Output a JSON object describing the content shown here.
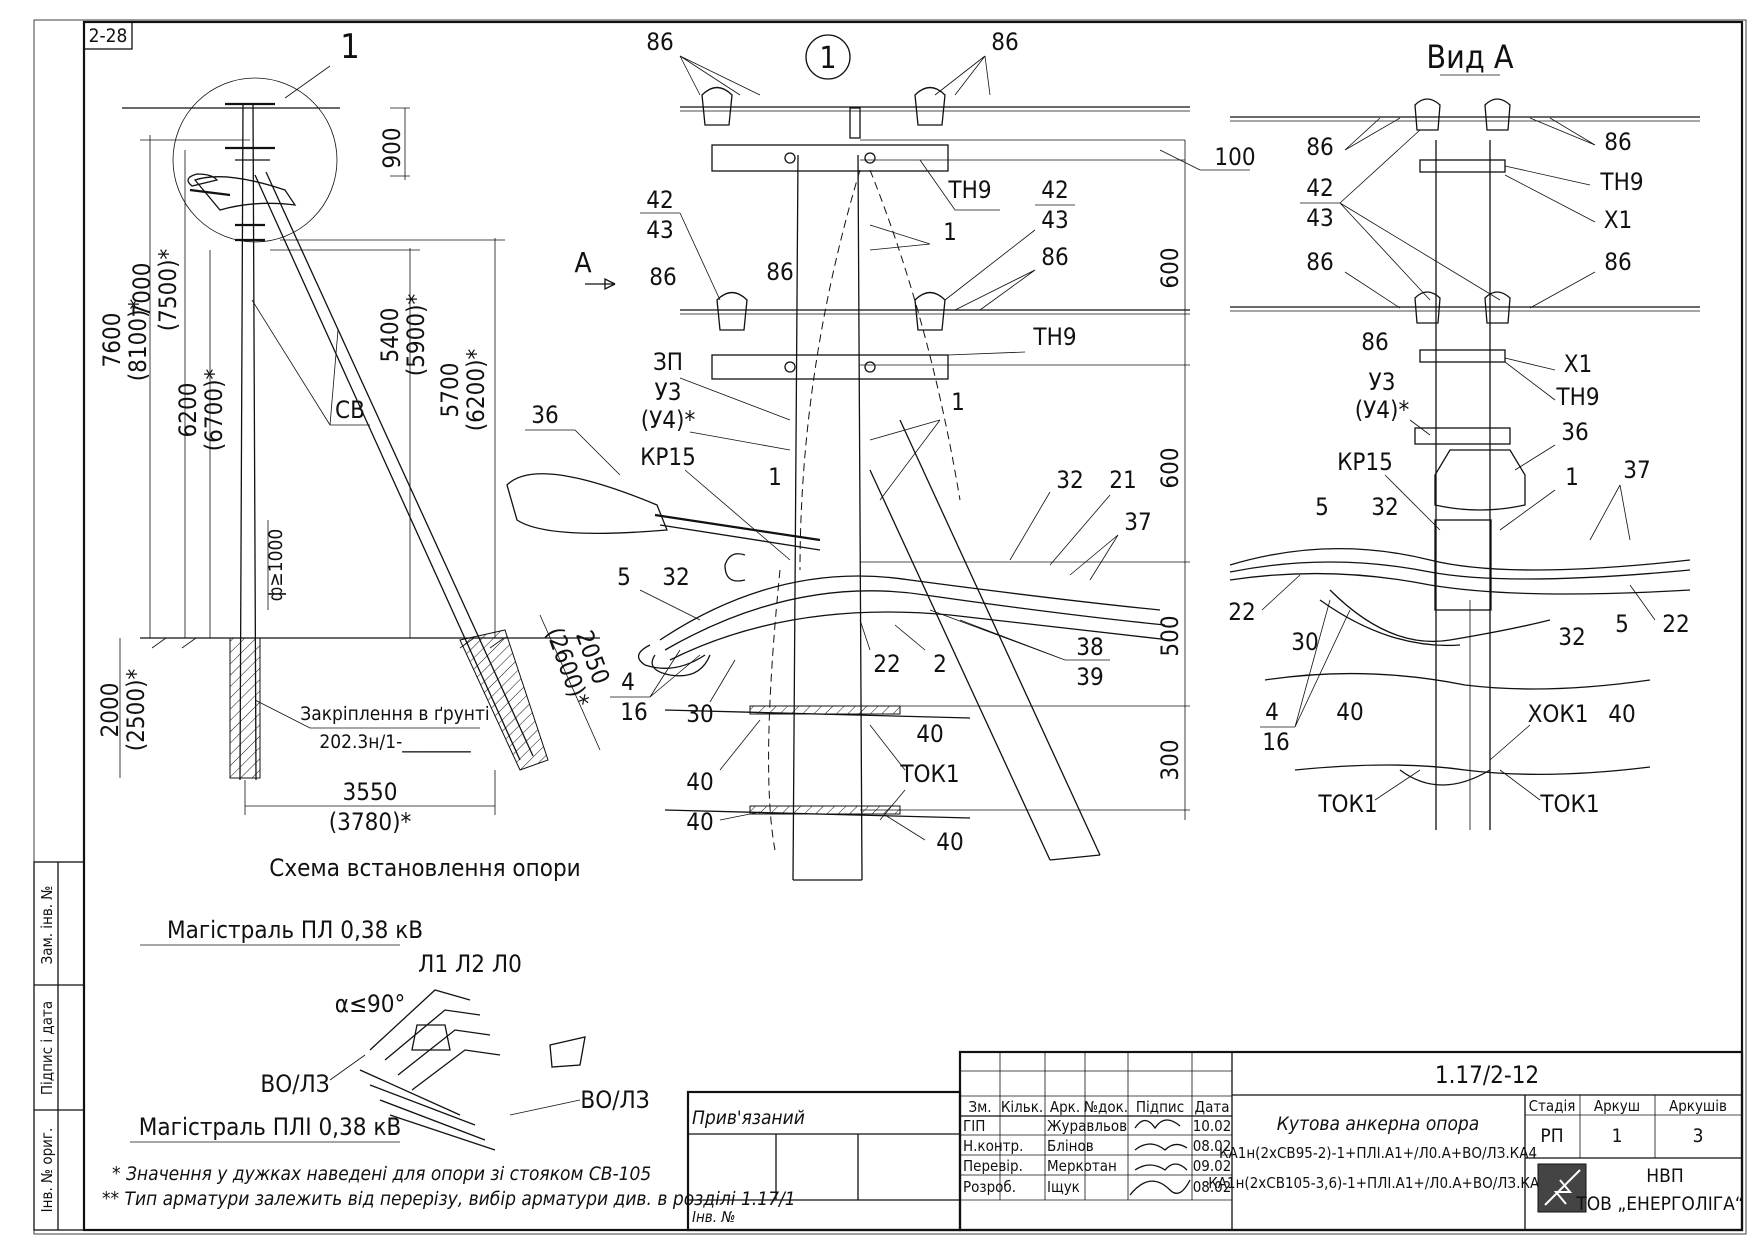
{
  "sheet": {
    "corner_code": "2-28",
    "detail_ref_left": "1",
    "detail_ref_center": "1",
    "view_title": "Вид А"
  },
  "scheme": {
    "caption": "Схема встановлення опори",
    "dims": {
      "d900": "900",
      "d7600": "7600",
      "d8100": "(8100)*",
      "d7000": "7000",
      "d7500": "(7500)*",
      "d6200": "6200",
      "d6700": "(6700)*",
      "d5400": "5400",
      "d5900": "(5900)*",
      "d5700": "5700",
      "d6200b": "(6200)*",
      "phi": "ф≥1000",
      "d2000": "2000",
      "d2500": "(2500)*",
      "d2050": "2050",
      "d2600": "(2600)*",
      "d3550": "3550",
      "d3780": "(3780)*"
    },
    "sv_label": "СВ",
    "soil_label": "Закріплення в ґрунті",
    "soil_ref": "202.3н/1-________"
  },
  "detail": {
    "arrow_label": "A",
    "labels": {
      "l86": "86",
      "l100": "100",
      "l42": "42",
      "l43": "43",
      "th9": "ТН9",
      "l1": "1",
      "l600": "600",
      "l500": "500",
      "l300": "300",
      "zp": "ЗП",
      "u3": "У3",
      "u4": "(У4)*",
      "kr15": "КР15",
      "l36": "36",
      "l32": "32",
      "l21": "21",
      "l37": "37",
      "l5": "5",
      "l22": "22",
      "l2": "2",
      "l38": "38",
      "l39": "39",
      "l4": "4",
      "l16": "16",
      "l30": "30",
      "l40": "40",
      "tok1": "ТОК1"
    }
  },
  "viewA": {
    "labels": {
      "x1": "Х1",
      "xok1": "ХОК1"
    }
  },
  "plan": {
    "main_top": "Магістраль ПЛ 0,38 кВ",
    "main_bottom": "Магістраль ПЛІ 0,38 кВ",
    "wires": "Л1 Л2 Л0",
    "angle": "α≤90°",
    "vo_left": "ВО/ЛЗ",
    "vo_right": "ВО/ЛЗ"
  },
  "notes": {
    "n1": "* Значення у дужках наведені для опори зі стояком СВ-105",
    "n2": "** Тип арматури залежить від перерізу, вибір арматури див. в розділі 1.17/1"
  },
  "side_stamp": {
    "zam": "Зам. інв. №",
    "pidpys": "Підпис і дата",
    "inv": "Інв. № ориг."
  },
  "titleblock": {
    "pryvyaz": "Прив'язаний",
    "inv_no": "Інв. №",
    "headers": [
      "Зм.",
      "Кільк.",
      "Арк.",
      "№док.",
      "Підпис",
      "Дата"
    ],
    "rows": [
      {
        "role": "ГІП",
        "name": "Журавльов",
        "date": "10.02"
      },
      {
        "role": "Н.контр.",
        "name": "Блінов",
        "date": "08.02"
      },
      {
        "role": "Перевір.",
        "name": "Меркотан",
        "date": "09.02"
      },
      {
        "role": "Розроб.",
        "name": "Іщук",
        "date": "08.02"
      }
    ],
    "code": "1.17/2-12",
    "desc_title": "Кутова анкерна опора",
    "desc_line1": "КА1н(2хСВ95-2)-1+ПЛІ.А1+/Л0.А+ВО/ЛЗ.КА4",
    "desc_line2": "КА1н(2хСВ105-3,6)-1+ПЛІ.А1+/Л0.А+ВО/ЛЗ.КА4",
    "stage_h": "Стадія",
    "sheet_h": "Аркуш",
    "sheets_h": "Аркушів",
    "stage": "РП",
    "sheet": "1",
    "sheets": "3",
    "org1": "НВП",
    "org2": "ТОВ „ЕНЕРГОЛІГА“"
  }
}
